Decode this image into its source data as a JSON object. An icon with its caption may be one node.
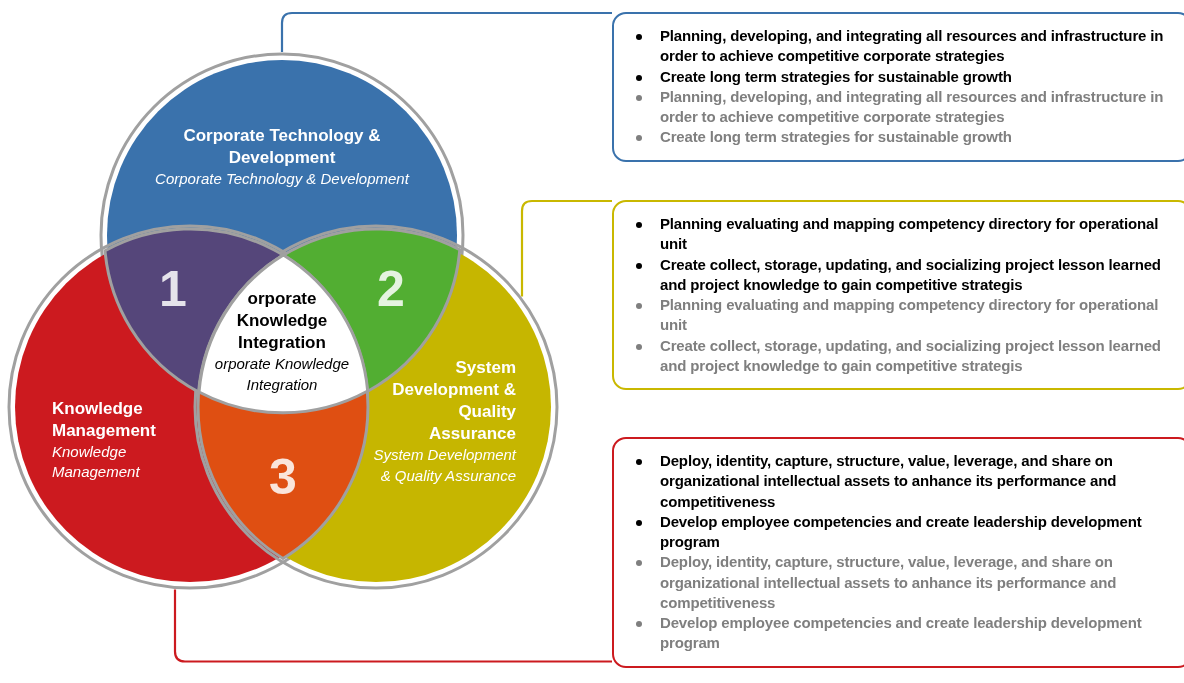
{
  "diagram": {
    "nodes": [
      {
        "text": [
          "Corporate Technology & Development",
          "Corporate Technology & Development"
        ]
      },
      {
        "text": [
          "1"
        ]
      },
      {
        "text": [
          "orporate Knowledge Integration",
          "orporate Knowledge Integration"
        ]
      },
      {
        "text": [
          "2"
        ]
      },
      {
        "text": [
          "Knowledge Management",
          "Knowledge Management"
        ]
      },
      {
        "text": [
          "System Development & Quality Assurance",
          "System Development & Quality Assurance"
        ]
      },
      {
        "text": [
          "3"
        ]
      },
      {
        "text": [
          "Planning, developing, and integrating all resources and infrastructure in order to achieve competitive corporate strategies",
          "Create long term strategies for sustainable growth",
          "Planning, developing, and integrating all resources and infrastructure in order to achieve competitive corporate strategies",
          "Create long term strategies for sustainable growth"
        ]
      },
      {
        "text": [
          "Planning evaluating and mapping competency directory for operational unit",
          "Create collect, storage, updating, and socializing project lesson learned and project knowledge to gain competitive strategis",
          "Planning evaluating and mapping competency directory for operational unit",
          "Create collect, storage, updating, and socializing project lesson learned and project knowledge to gain competitive strategis"
        ]
      },
      {
        "text": [
          "Deploy, identity, capture, structure, value, leverage, and share on organizational intellectual assets to anhance its performance and competitiveness",
          "Develop employee competencies and create leadership development program",
          "Deploy, identity, capture, structure, value, leverage, and share on organizational intellectual assets to anhance its performance and competitiveness",
          "Develop employee competencies and create leadership development program"
        ]
      }
    ],
    "edges": [
      {
        "from": 0,
        "to": 7,
        "arrow": "none",
        "color": "#3a72ac"
      },
      {
        "from": 5,
        "to": 8,
        "arrow": "none",
        "color": "#c9b800"
      },
      {
        "from": 4,
        "to": 9,
        "arrow": "none",
        "color": "#cc1a1f"
      }
    ]
  }
}
